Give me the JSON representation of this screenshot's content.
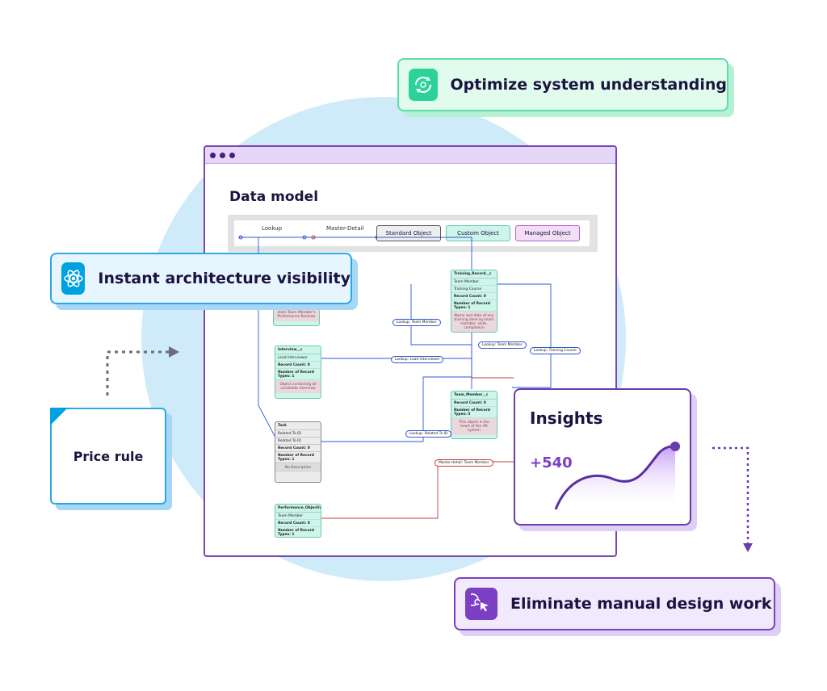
{
  "callouts": {
    "optimize": "Optimize system understanding",
    "architecture": "Instant architecture visibility",
    "eliminate": "Eliminate manual design work",
    "price_rule": "Price rule"
  },
  "window": {
    "title": "Data model",
    "legend": {
      "lookup": "Lookup",
      "master_detail": "Master-Detail",
      "standard_object": "Standard Object",
      "custom_object": "Custom Object",
      "managed_object": "Managed Object"
    }
  },
  "objects": {
    "training_record": {
      "name": "Training_Record__c",
      "rows": [
        "Team Member",
        "Training Course",
        "Record Count: 0",
        "Number of Record Types: 1"
      ],
      "desc": "Name and date of any training done by team member, skills, compliance"
    },
    "review": {
      "desc": "This object is used to store Team Member's Performance Reviews"
    },
    "interview": {
      "name": "Interview__c",
      "rows": [
        "Lead Interviewer",
        "Record Count: 0",
        "Number of Record Types: 1"
      ],
      "desc": "Object containing all candidate interview"
    },
    "team_member": {
      "name": "Team_Member__c",
      "rows": [
        "Record Count: 0",
        "Number of Record Types: 5"
      ],
      "desc": "This object is the heart of the HR system"
    },
    "task": {
      "name": "Task",
      "rows": [
        "Related To ID",
        "Related To ID",
        "Record Count: 0",
        "Number of Record Types: 1"
      ],
      "desc": "No Description"
    },
    "performance_objective": {
      "name": "Performance_Objective__c",
      "rows": [
        "Team Member",
        "Record Count: 0",
        "Number of Record Types: 1"
      ]
    }
  },
  "relationships": {
    "lookup_team_member_1": "Lookup: Team Member",
    "lookup_team_member_2": "Lookup: Team Member",
    "lookup_training_course": "Lookup: Training Course",
    "lookup_lead_interviewer": "Lookup: Lead Interviewer",
    "lookup_related_to": "Lookup: Related To ID",
    "master_detail_team_member": "Master-detail: Team Member"
  },
  "insights": {
    "title": "Insights",
    "value": "+540"
  },
  "colors": {
    "blob": "#cfebfa",
    "window_border": "#7b46b8",
    "lookup_line": "#2f55d4",
    "master_detail_line": "#c43b3b",
    "custom_object": "#cdf5ea",
    "managed_object": "#f3ddf7",
    "blue_callout": "#00a1e0",
    "green_callout": "#2dd29b",
    "purple_callout": "#7b3fc4"
  },
  "icons": {
    "optimize": "refresh-cycle-icon",
    "architecture": "atom-network-icon",
    "eliminate": "cursor-click-icon"
  }
}
